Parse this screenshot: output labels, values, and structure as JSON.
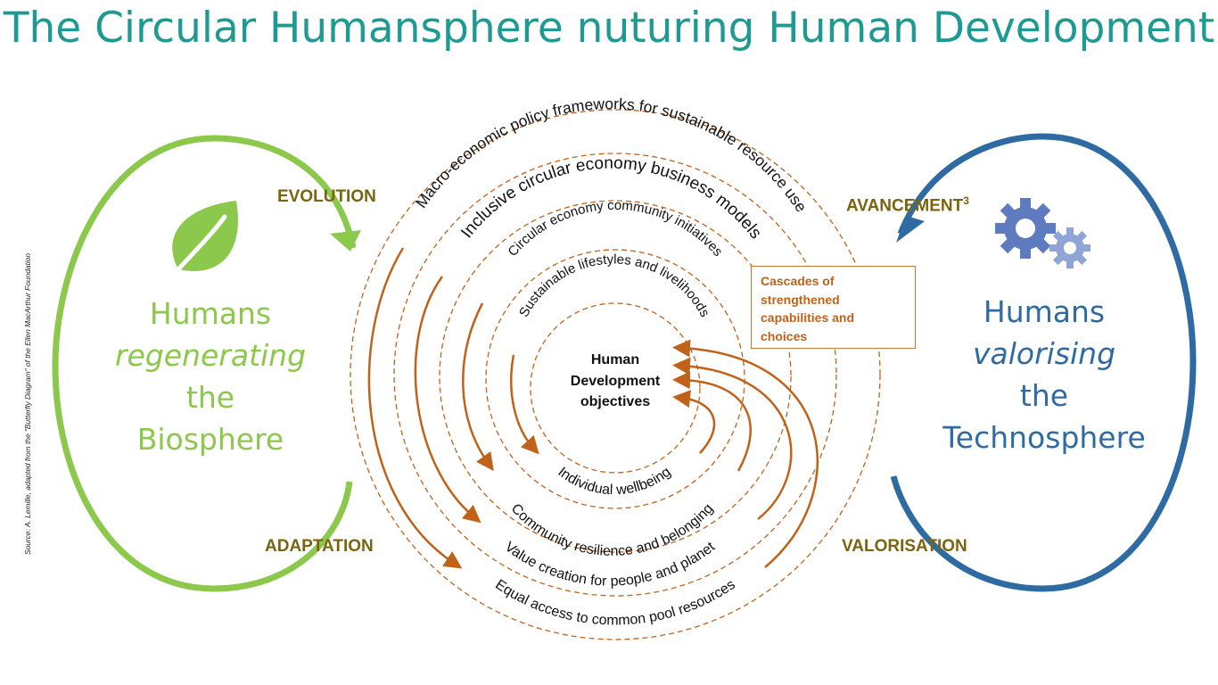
{
  "title": "The Circular Humansphere nuturing Human Development",
  "source_note": "Source: A. Lemille, adapted from the \"Butterfly Diagram\" of the Ellen MacArthur Foundation",
  "biosphere": {
    "line1": "Humans",
    "line2": "regenerating",
    "line3": "the",
    "line4": "Biosphere",
    "top_process": "EVOLUTION",
    "bottom_process": "ADAPTATION",
    "icon": "leaf-icon",
    "color": "#8cc84b"
  },
  "technosphere": {
    "line1": "Humans",
    "line2": "valorising",
    "line3": "the",
    "line4": "Technosphere",
    "top_process": "AVANCEMENT",
    "top_process_sup": "3",
    "bottom_process": "VALORISATION",
    "icon": "gears-icon",
    "color": "#2f6ba3"
  },
  "center": {
    "line1": "Human",
    "line2": "Development",
    "line3": "objectives"
  },
  "cascade_box": {
    "line1": "Cascades of",
    "line2": "strengthened",
    "line3": "capabilities and",
    "line4": "choices"
  },
  "outer_labels": [
    "Macro-economic policy frameworks for sustainable resource use",
    "Inclusive circular economy business models",
    "Circular economy community initiatives",
    "Sustainable lifestyles and livelihoods"
  ],
  "inner_labels": [
    "Individual wellbeing",
    "Community resilience and belonging",
    "Value creation for people and planet",
    "Equal access to common pool resources"
  ],
  "colors": {
    "title": "#1e9a93",
    "orange": "#c0621a",
    "process": "#7a6410"
  }
}
